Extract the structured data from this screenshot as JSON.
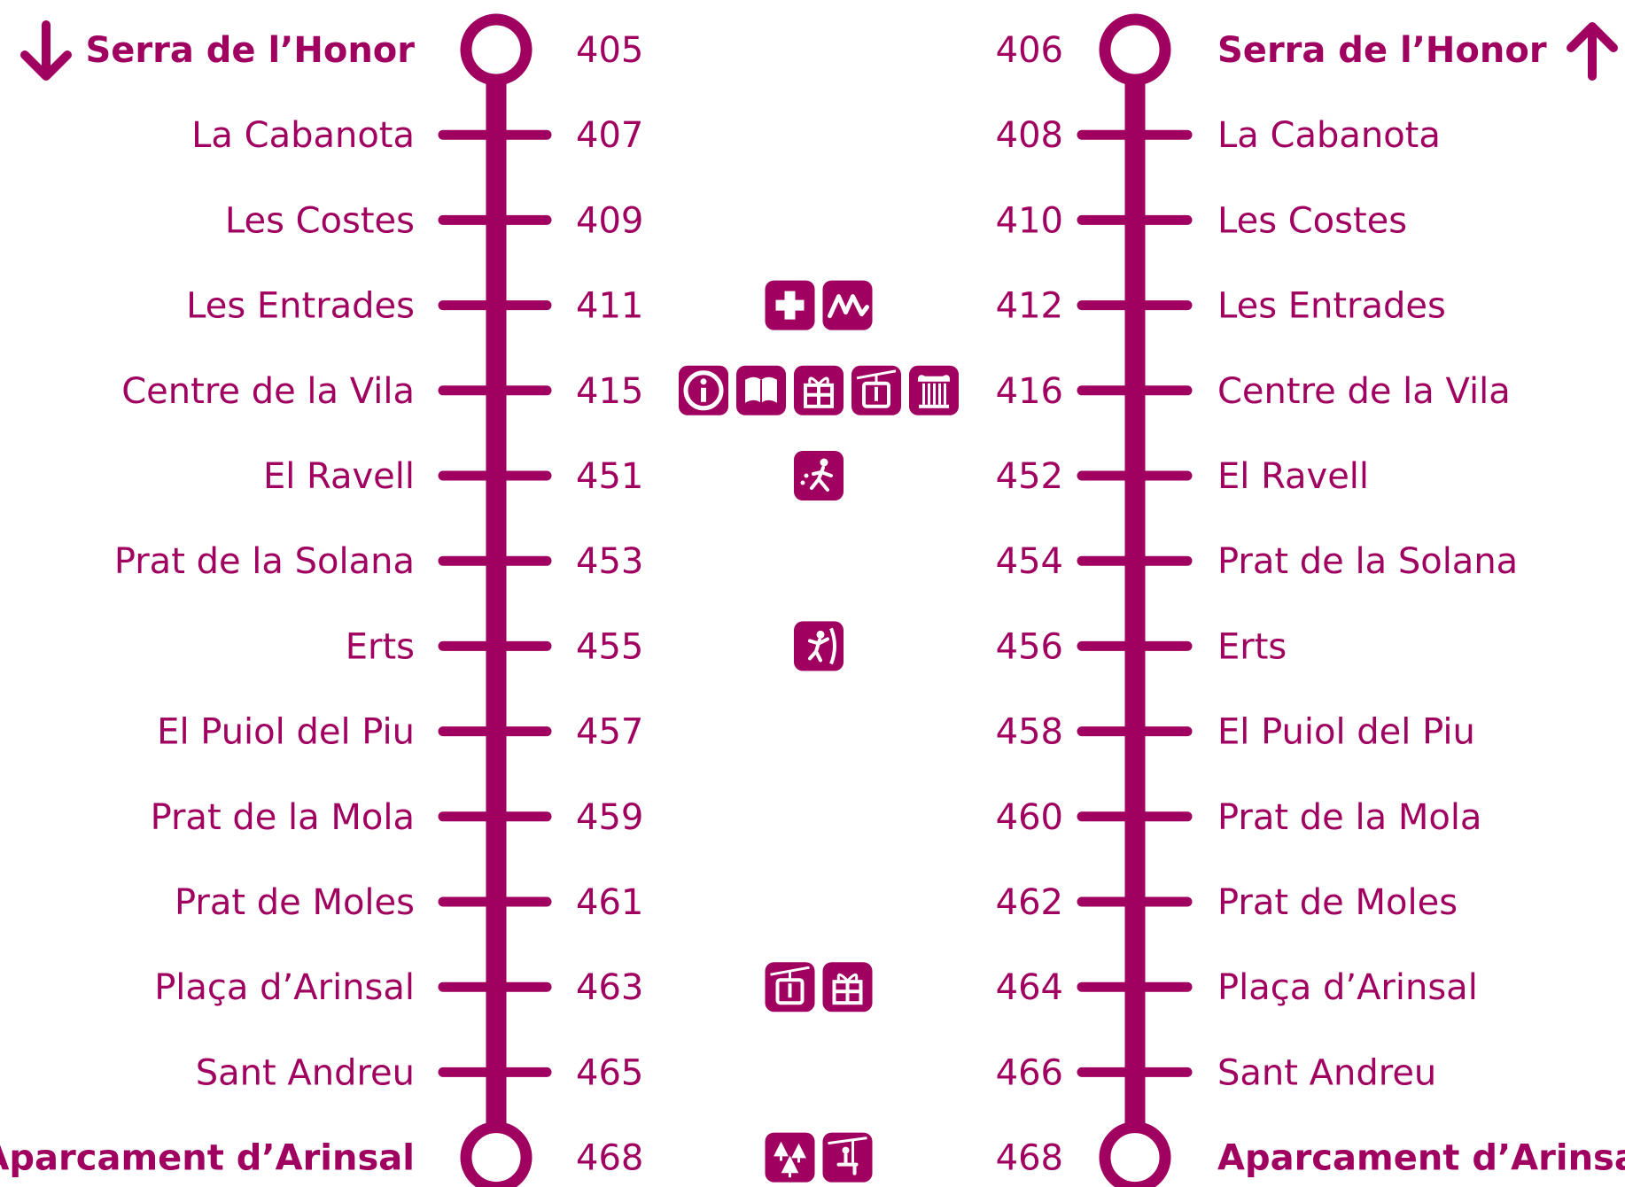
{
  "line_color": "#a0005f",
  "icon_fill": "#a0005f",
  "icon_glyph": "#ffffff",
  "directions": [
    {
      "arrow": "arrow-down",
      "stops": [
        {
          "name": "Serra de l’Honor",
          "code": "405",
          "terminus": true
        },
        {
          "name": "La Cabanota",
          "code": "407"
        },
        {
          "name": "Les Costes",
          "code": "409"
        },
        {
          "name": "Les Entrades",
          "code": "411"
        },
        {
          "name": "Centre de la Vila",
          "code": "415"
        },
        {
          "name": "El Ravell",
          "code": "451"
        },
        {
          "name": "Prat de la Solana",
          "code": "453"
        },
        {
          "name": "Erts",
          "code": "455"
        },
        {
          "name": "El Puiol del Piu",
          "code": "457"
        },
        {
          "name": "Prat de la Mola",
          "code": "459"
        },
        {
          "name": "Prat de Moles",
          "code": "461"
        },
        {
          "name": "Plaça d’Arinsal",
          "code": "463"
        },
        {
          "name": "Sant Andreu",
          "code": "465"
        },
        {
          "name": "Aparcament d’Arinsal",
          "code": "468",
          "terminus": true
        }
      ]
    },
    {
      "arrow": "arrow-up",
      "stops": [
        {
          "name": "Serra de l’Honor",
          "code": "406",
          "terminus": true
        },
        {
          "name": "La Cabanota",
          "code": "408"
        },
        {
          "name": "Les Costes",
          "code": "410"
        },
        {
          "name": "Les Entrades",
          "code": "412"
        },
        {
          "name": "Centre de la Vila",
          "code": "416"
        },
        {
          "name": "El Ravell",
          "code": "452"
        },
        {
          "name": "Prat de la Solana",
          "code": "454"
        },
        {
          "name": "Erts",
          "code": "456"
        },
        {
          "name": "El Puiol del Piu",
          "code": "458"
        },
        {
          "name": "Prat de la Mola",
          "code": "460"
        },
        {
          "name": "Prat de Moles",
          "code": "462"
        },
        {
          "name": "Plaça d’Arinsal",
          "code": "464"
        },
        {
          "name": "Sant Andreu",
          "code": "466"
        },
        {
          "name": "Aparcament d’Arinsal",
          "code": "468",
          "terminus": true
        }
      ]
    }
  ],
  "services": [
    {
      "stop_index": 3,
      "icons": [
        "medical-cross-icon",
        "mountain-signature-icon"
      ]
    },
    {
      "stop_index": 4,
      "icons": [
        "info-icon",
        "book-icon",
        "gift-icon",
        "cable-car-icon",
        "monument-column-icon"
      ]
    },
    {
      "stop_index": 5,
      "icons": [
        "playground-icon"
      ]
    },
    {
      "stop_index": 7,
      "icons": [
        "climbing-icon"
      ]
    },
    {
      "stop_index": 11,
      "icons": [
        "cable-car-icon",
        "gift-icon"
      ]
    },
    {
      "stop_index": 13,
      "icons": [
        "forest-icon",
        "chairlift-icon"
      ]
    }
  ]
}
